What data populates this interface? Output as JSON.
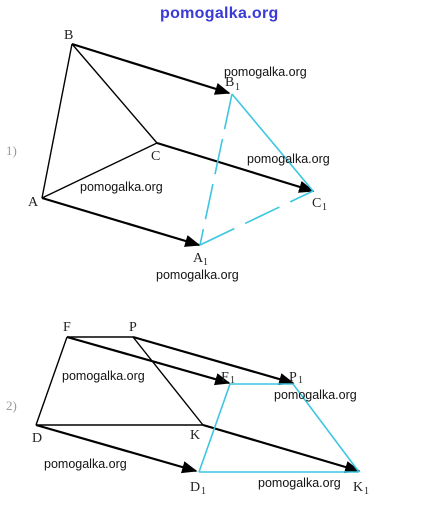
{
  "watermark_top": "pomogalka.org",
  "watermark": "pomogalka.org",
  "accent_color": "#3cc6e0",
  "figure1": {
    "number": "1)",
    "points": {
      "A": "A",
      "B": "B",
      "C": "C",
      "A1": "A",
      "B1": "B",
      "C1": "C",
      "sub": "1"
    }
  },
  "figure2": {
    "number": "2)",
    "points": {
      "F": "F",
      "P": "P",
      "D": "D",
      "K": "K",
      "F1": "F",
      "P1": "P",
      "D1": "D",
      "K1": "K",
      "sub": "1"
    }
  }
}
